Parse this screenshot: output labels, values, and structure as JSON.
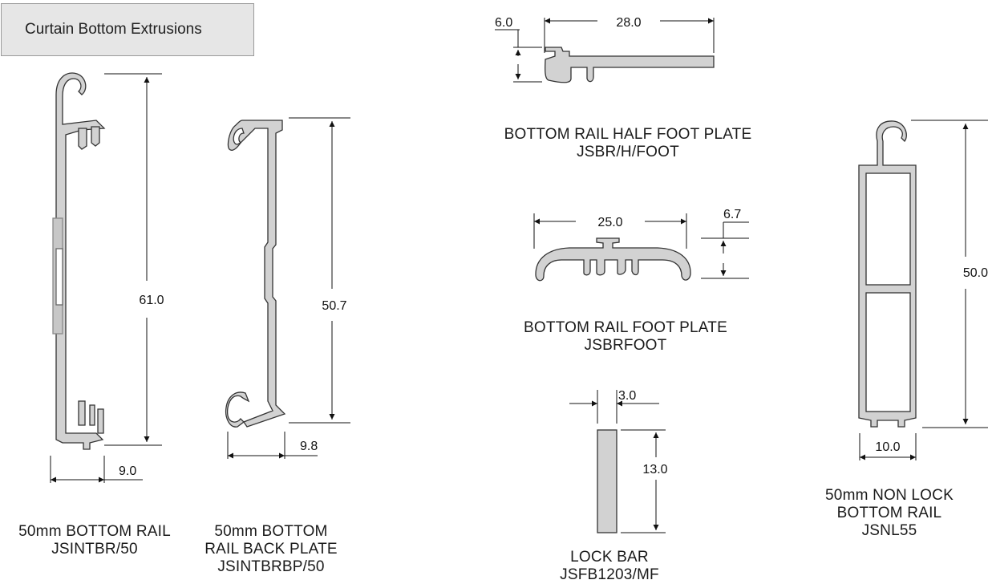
{
  "title": "Curtain Bottom Extrusions",
  "profiles": {
    "bottom_rail_50": {
      "name": "50mm BOTTOM RAIL",
      "code": "JSINTBR/50",
      "height_dim": "61.0",
      "width_dim": "9.0"
    },
    "back_plate": {
      "name_line1": "50mm BOTTOM",
      "name_line2": "RAIL BACK PLATE",
      "code": "JSINTBRBP/50",
      "height_dim": "50.7",
      "width_dim": "9.8"
    },
    "half_foot_plate": {
      "name": "BOTTOM RAIL HALF FOOT PLATE",
      "code": "JSBR/H/FOOT",
      "width_dim": "28.0",
      "height_dim": "6.0"
    },
    "foot_plate": {
      "name": "BOTTOM RAIL FOOT PLATE",
      "code": "JSBRFOOT",
      "width_dim": "25.0",
      "height_dim": "6.7"
    },
    "lock_bar": {
      "name": "LOCK BAR",
      "code": "JSFB1203/MF",
      "width_dim": "3.0",
      "height_dim": "13.0"
    },
    "non_lock_rail": {
      "name_line1": "50mm NON LOCK",
      "name_line2": "BOTTOM RAIL",
      "code": "JSNL55",
      "height_dim": "50.0",
      "width_dim": "10.0"
    }
  }
}
